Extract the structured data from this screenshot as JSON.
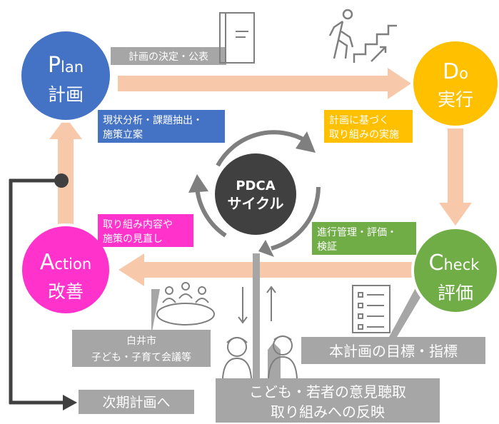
{
  "center": {
    "line1": "PDCA",
    "line2": "サイクル"
  },
  "plan": {
    "head": "P",
    "rest": "lan",
    "ja": "計画",
    "color": "#4472c4"
  },
  "do": {
    "head": "D",
    "rest": "o",
    "ja": "実行",
    "color": "#ffc000"
  },
  "check": {
    "head": "C",
    "rest": "heck",
    "ja": "評価",
    "color": "#70ad47"
  },
  "action": {
    "head": "A",
    "rest": "ction",
    "ja": "改善",
    "color": "#ff33cc"
  },
  "labels": {
    "plan_to_do": "計画の決定・公表",
    "plan_box": [
      "現状分析・課題抽出・",
      "施策立案"
    ],
    "do_box": [
      "計画に基づく",
      "取り組みの実施"
    ],
    "check_box": [
      "進行管理・評価・",
      "検証"
    ],
    "action_box": [
      "取り組み内容や",
      "施策の見直し"
    ],
    "council": [
      "白井市",
      "子ども・子育て会議等"
    ],
    "targets": "本計画の目標・指標",
    "opinion": [
      "こども・若者の意見聴取",
      "取り組みへの反映"
    ],
    "next_plan": "次期計画へ"
  },
  "colors": {
    "arrow": "#f7c9aa",
    "gray": "#a6a6a6",
    "dark": "#404040",
    "icon": "#7f7f7f"
  },
  "icons": [
    "document-icon",
    "climbing-stairs-icon",
    "meeting-icon",
    "checklist-icon",
    "children-icon"
  ]
}
